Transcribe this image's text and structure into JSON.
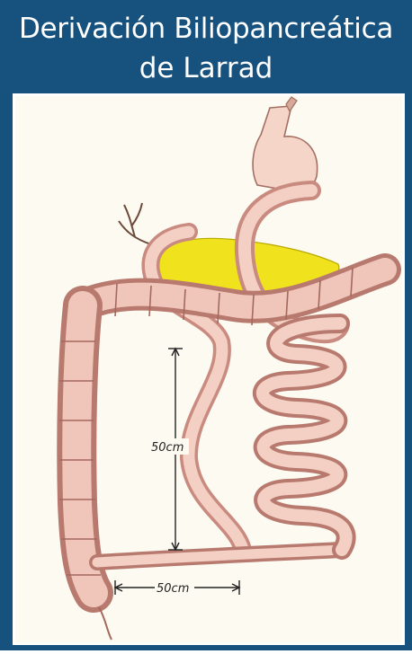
{
  "title": {
    "line1": "Derivación Biliopancreática",
    "line2": "de Larrad"
  },
  "illustration": {
    "vertical_measure_label": "50cm",
    "horizontal_measure_label": "50cm",
    "colors": {
      "bowel": "#f1c2b8",
      "bowel_shadow": "#c98a80",
      "pancreas": "#f0e020",
      "stomach": "#f4d5c8",
      "background": "#fdfbf1",
      "frame": "#17527f"
    }
  }
}
